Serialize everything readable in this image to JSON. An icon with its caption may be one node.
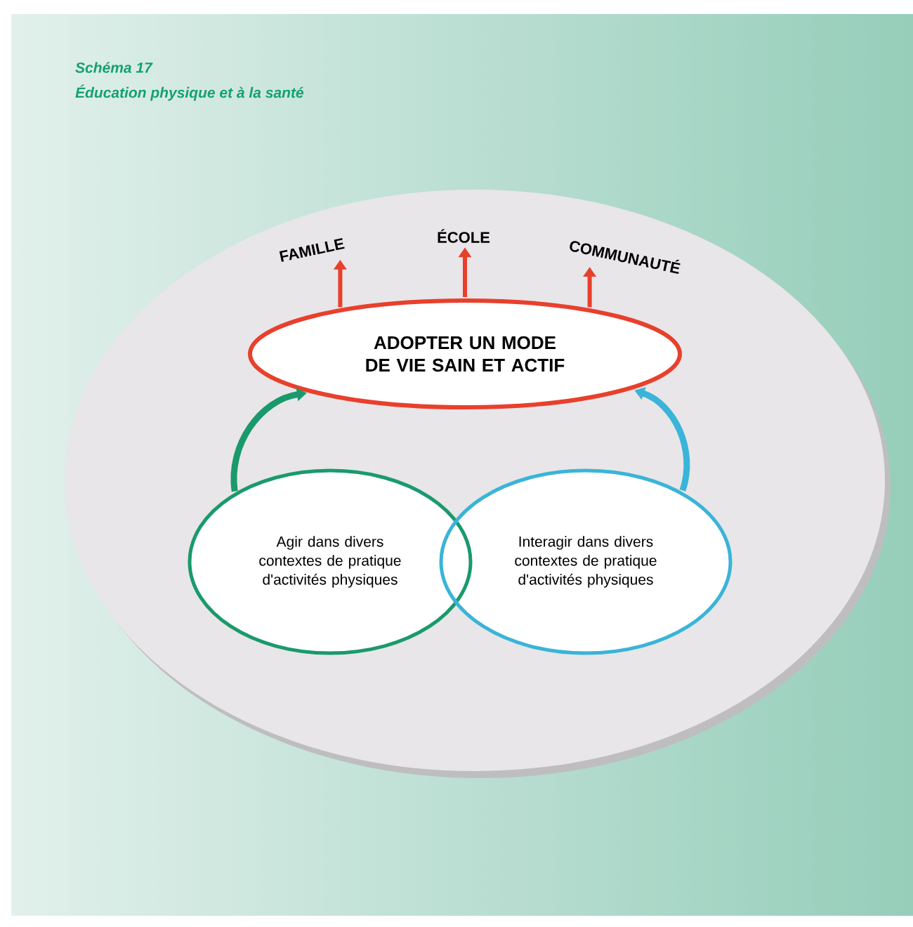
{
  "diagram": {
    "title": "Schéma 17",
    "nodes": [
      {
        "text": [],
        "shape": "ellipse"
      },
      {
        "text": [
          "ADOPTER UN MODE DE VIE SAIN ET ACTIF"
        ],
        "in": 0
      },
      {
        "text": [
          "Agir dans divers contextes de pratique d'activités physiques"
        ],
        "in": 0
      },
      {
        "text": [
          "Interagir dans divers contextes de pratique d'activités physiques"
        ],
        "in": 0
      },
      {
        "text": [
          "FAMILLE"
        ],
        "in": 0
      },
      {
        "text": [
          "ÉCOLE"
        ],
        "in": 0
      },
      {
        "text": [
          "COMMUNAUTÉ"
        ],
        "in": 0
      }
    ],
    "edges": [
      {
        "from": 1,
        "to": 4,
        "arrow": "to"
      },
      {
        "from": 1,
        "to": 5,
        "arrow": "to"
      },
      {
        "from": 1,
        "to": 6,
        "arrow": "to"
      },
      {
        "from": 2,
        "to": 1,
        "arrow": "to",
        "color": "#1a9a6c"
      },
      {
        "from": 3,
        "to": 1,
        "arrow": "to",
        "color": "#3ab4d8"
      }
    ],
    "labels": [
      "Éducation physique et à la santé"
    ]
  }
}
